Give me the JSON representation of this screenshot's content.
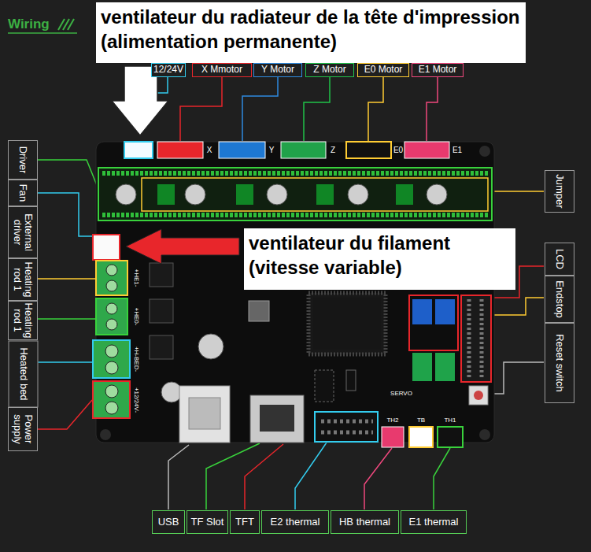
{
  "diagram": {
    "title": "Wiring",
    "nodes": [
      {
        "text": [
          "ventilateur du radiateur de la tête d'impression (alimentation permanente)"
        ]
      },
      {
        "text": [
          "ventilateur du filament (vitesse variable)"
        ]
      }
    ],
    "labels": [
      "12/24V",
      "X Mmotor",
      "Y Motor",
      "Z Motor",
      "E0 Motor",
      "E1 Motor",
      "Driver",
      "Fan",
      "External driver",
      "Heating rod 1",
      "Heating rod 1",
      "Heated bed",
      "Power supply",
      "Jumper",
      "LCD",
      "Endstop",
      "Reset switch",
      "USB",
      "TF Slot",
      "TFT",
      "E2 thermal",
      "HB thermal",
      "E1 thermal",
      "X",
      "Y",
      "Z",
      "E0",
      "E1",
      "SERVO",
      "TH2",
      "TB",
      "TH1",
      "+HE1-",
      "+HE0-",
      "+H-BED-",
      "+12/24V-"
    ]
  }
}
